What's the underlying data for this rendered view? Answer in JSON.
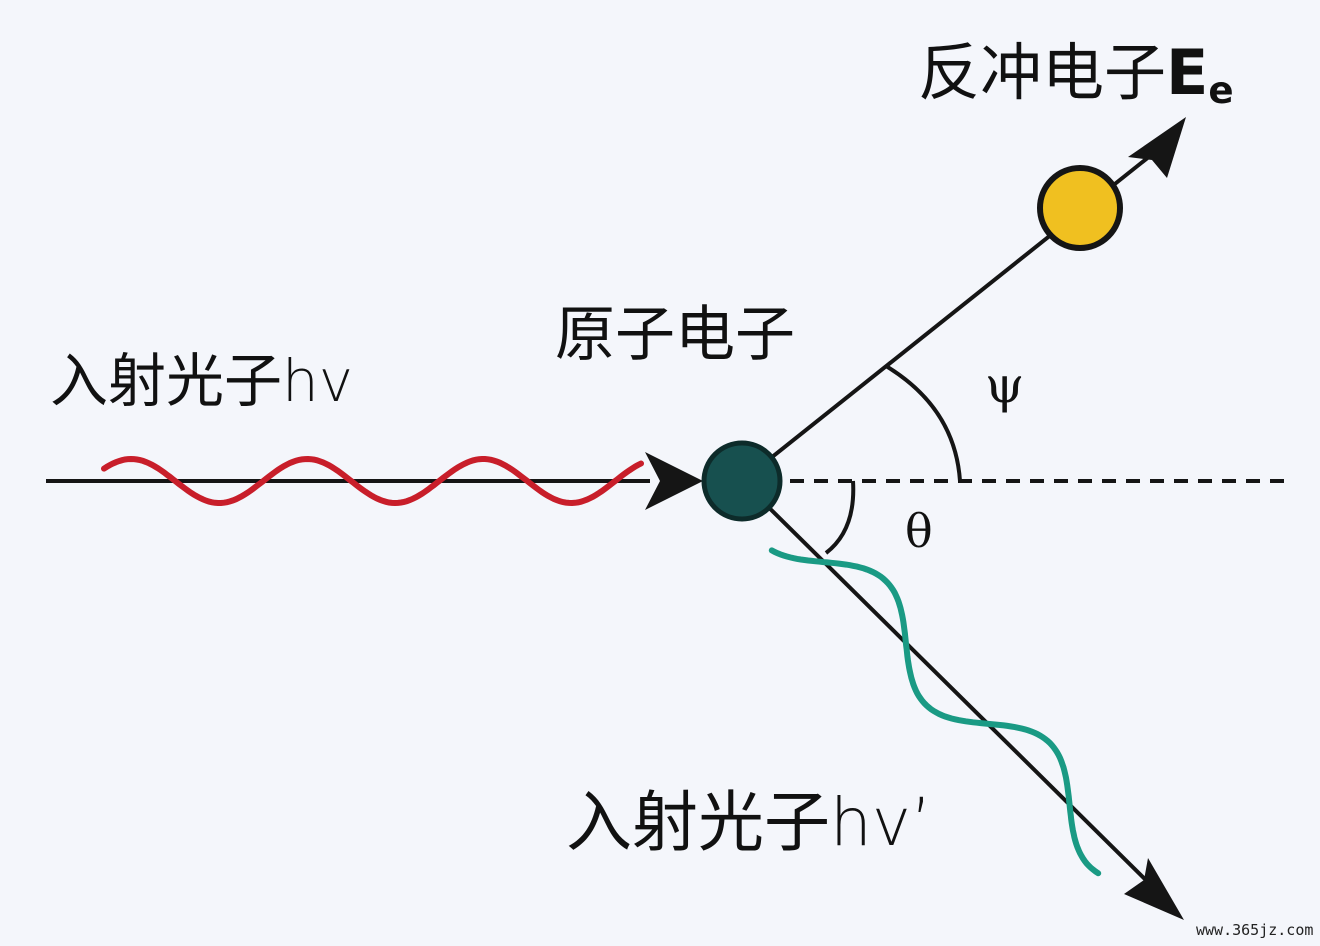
{
  "labels": {
    "incident_photon": "入射光子hv",
    "atomic_electron": "原子电子",
    "recoil_electron_text": "反冲电子",
    "recoil_electron_symbol": "E",
    "recoil_electron_subscript": "e",
    "scattered_photon": "入射光子hv’",
    "psi": "ψ",
    "theta": "θ",
    "watermark": "www.365jz.com"
  },
  "colors": {
    "incident_wave": "#c81e2a",
    "scattered_wave": "#1a9a84",
    "atom": "#17504f",
    "recoil_electron": "#f0c020",
    "lines": "#151515"
  }
}
